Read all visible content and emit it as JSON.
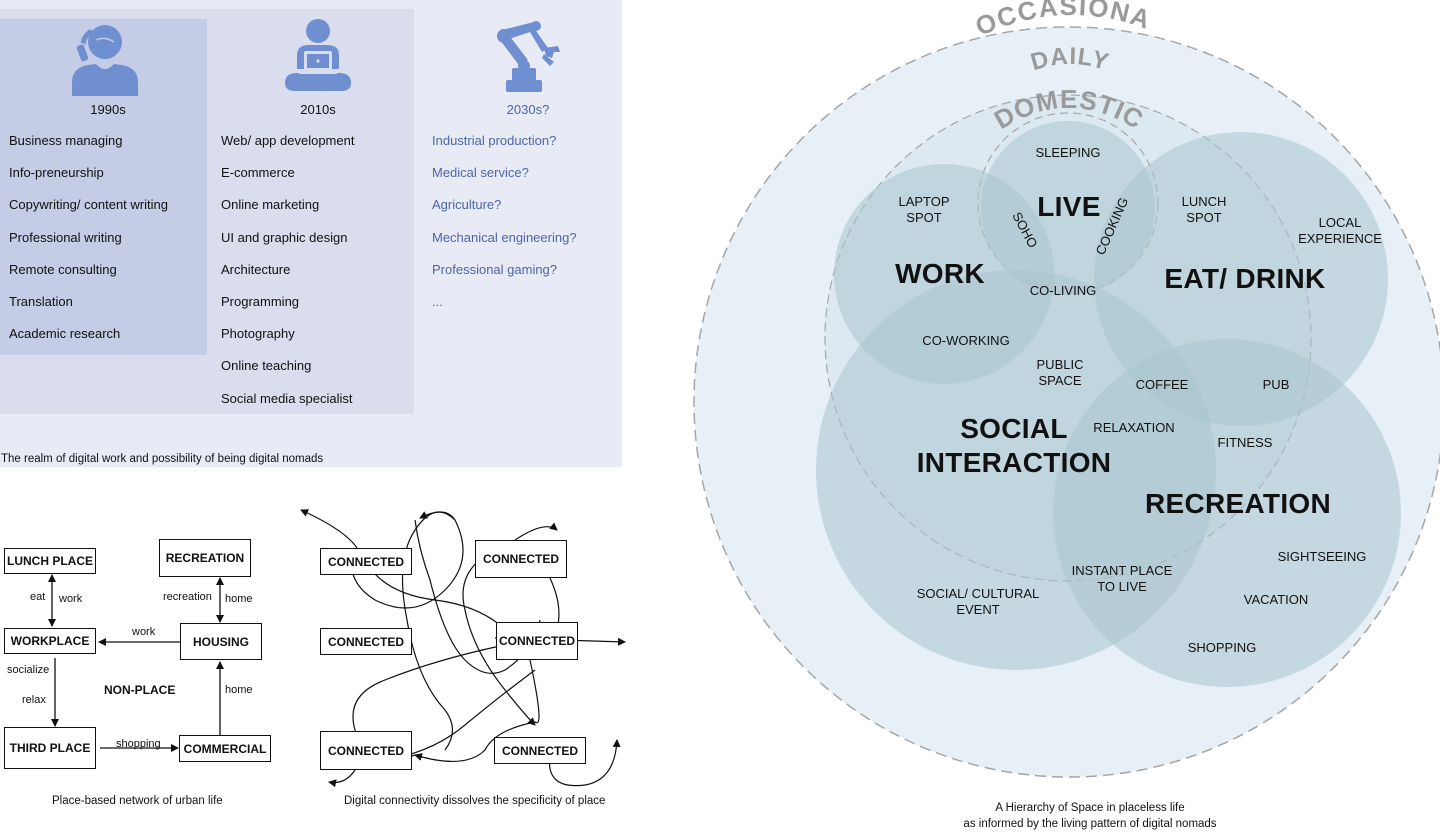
{
  "work_realm": {
    "caption": "The realm of digital work and possibility of being digital nomads",
    "columns": [
      {
        "era": "1990s",
        "icon": "phone-worker-icon",
        "jobs": [
          "Business managing",
          "Info-preneurship",
          "Copywriting/ content writing",
          "Professional writing",
          "Remote consulting",
          "Translation",
          "Academic research"
        ]
      },
      {
        "era": "2010s",
        "icon": "laptop-worker-icon",
        "jobs": [
          "Web/ app development",
          "E-commerce",
          "Online marketing",
          "UI and graphic design",
          "Architecture",
          "Programming",
          "Photography",
          "Online teaching",
          "Social media specialist"
        ]
      },
      {
        "era": "2030s?",
        "icon": "robot-arm-icon",
        "jobs": [
          "Industrial production?",
          "Medical service?",
          "Agriculture?",
          "Mechanical engineering?",
          "Professional gaming?",
          "..."
        ]
      }
    ],
    "colors": {
      "panel": "#e8ebf6",
      "col2": "#d9ddee",
      "col1": "#c4cce6",
      "icon": "#6f8fd0",
      "future_text": "#4b66a8"
    }
  },
  "place_network": {
    "caption": "Place-based network of urban life",
    "center_label": "NON-PLACE",
    "nodes": {
      "lunch": "LUNCH PLACE",
      "recreation": "RECREATION",
      "workplace": "WORKPLACE",
      "housing": "HOUSING",
      "third": "THIRD PLACE",
      "commercial": "COMMERCIAL"
    },
    "edges": {
      "eat": "eat",
      "work_up": "work",
      "recreation": "recreation",
      "home_top": "home",
      "work_left": "work",
      "socialize": "socialize",
      "relax": "relax",
      "home_right": "home",
      "shopping": "shopping"
    }
  },
  "digital_network": {
    "caption": "Digital connectivity dissolves the specificity of place",
    "node_label": "CONNECTED"
  },
  "hierarchy": {
    "caption_line1": "A Hierarchy of Space in placeless life",
    "caption_line2": "as informed by the living pattern of digital nomads",
    "rings": {
      "occasional": "OCCASIONAL",
      "daily": "DAILY",
      "domestic": "DOMESTIC"
    },
    "zones": {
      "live": "LIVE",
      "work": "WORK",
      "eat": "EAT/ DRINK",
      "social_1": "SOCIAL",
      "social_2": "INTERACTION",
      "recreation": "RECREATION"
    },
    "spots": {
      "sleeping": "SLEEPING",
      "laptop": "LAPTOP\nSPOT",
      "soho": "SOHO",
      "cooking": "COOKING",
      "lunch": "LUNCH\nSPOT",
      "local": "LOCAL\nEXPERIENCE",
      "coliving": "CO-LIVING",
      "coworking": "CO-WORKING",
      "public": "PUBLIC\nSPACE",
      "coffee": "COFFEE",
      "pub": "PUB",
      "relaxation": "RELAXATION",
      "fitness": "FITNESS",
      "sightseeing": "SIGHTSEEING",
      "instant": "INSTANT PLACE\nTO LIVE",
      "vacation": "VACATION",
      "social_event": "SOCIAL/ CULTURAL\nEVENT",
      "shopping": "SHOPPING"
    },
    "colors": {
      "outer": "#e6f0f6",
      "circle": "#a9c4d0",
      "ring_text": "#9a9a9a"
    }
  }
}
